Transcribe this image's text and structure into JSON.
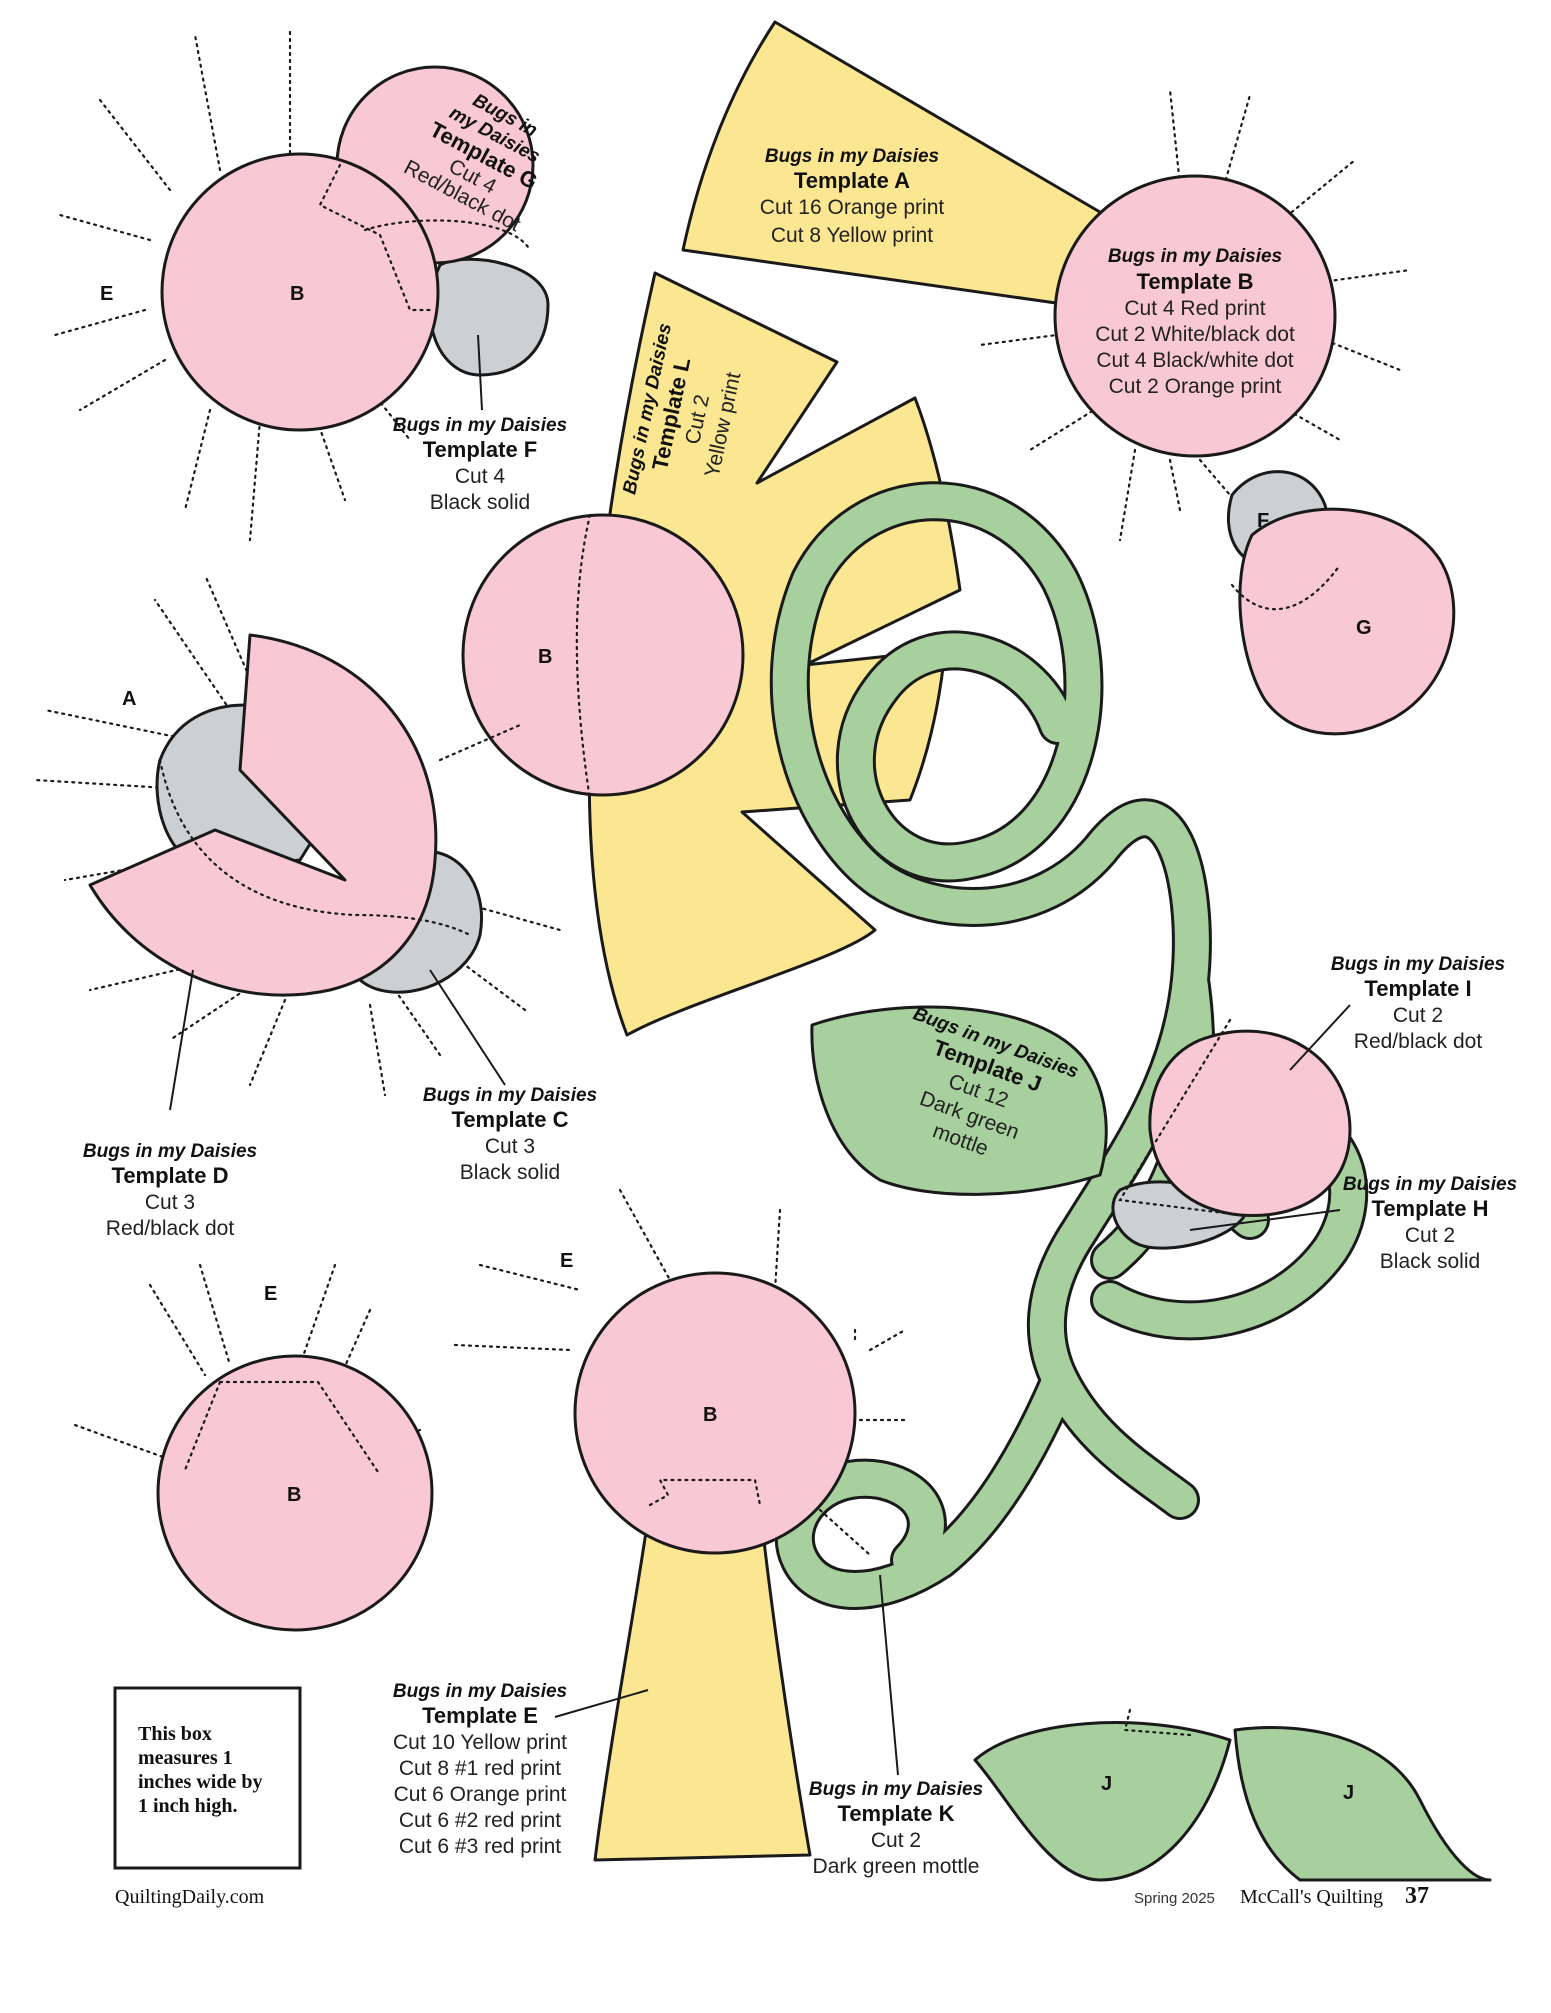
{
  "letters": {
    "tl_e": "E",
    "tl_b": "B",
    "mid_b": "B",
    "right_f": "F",
    "right_g": "G",
    "left_a": "A",
    "bl_e": "E",
    "bl_b": "B",
    "bm_e": "E",
    "bm_b": "B",
    "j1": "J",
    "j2": "J"
  },
  "templates": {
    "A": {
      "name": "Bugs in my Daisies",
      "title": "Template A",
      "lines": [
        "Cut 16 Orange print",
        "Cut 8 Yellow print"
      ]
    },
    "B": {
      "name": "Bugs in my Daisies",
      "title": "Template B",
      "lines": [
        "Cut 4 Red print",
        "Cut 2 White/black dot",
        "Cut 4 Black/white dot",
        "Cut 2 Orange print"
      ]
    },
    "C": {
      "name": "Bugs in my Daisies",
      "title": "Template C",
      "lines": [
        "Cut 3",
        "Black solid"
      ]
    },
    "D": {
      "name": "Bugs in my Daisies",
      "title": "Template D",
      "lines": [
        "Cut 3",
        "Red/black dot"
      ]
    },
    "E": {
      "name": "Bugs in my Daisies",
      "title": "Template E",
      "lines": [
        "Cut 10 Yellow print",
        "Cut 8 #1 red print",
        "Cut 6 Orange print",
        "Cut 6 #2 red print",
        "Cut 6 #3 red print"
      ]
    },
    "F": {
      "name": "Bugs in my Daisies",
      "title": "Template F",
      "lines": [
        "Cut 4",
        "Black solid"
      ]
    },
    "G": {
      "name_line1": "Bugs in",
      "name_line2": "my Daisies",
      "title": "Template G",
      "lines": [
        "Cut 4",
        "Red/black dot"
      ]
    },
    "H": {
      "name": "Bugs in my Daisies",
      "title": "Template H",
      "lines": [
        "Cut 2",
        "Black solid"
      ]
    },
    "I": {
      "name": "Bugs in my Daisies",
      "title": "Template I",
      "lines": [
        "Cut 2",
        "Red/black dot"
      ]
    },
    "J": {
      "name": "Bugs in my Daisies",
      "title": "Template J",
      "lines": [
        "Cut 12",
        "Dark green",
        "mottle"
      ]
    },
    "K": {
      "name": "Bugs in my Daisies",
      "title": "Template K",
      "lines": [
        "Cut 2",
        "Dark green mottle"
      ]
    },
    "L": {
      "name": "Bugs in my Daisies",
      "title": "Template L",
      "lines": [
        "Cut 2",
        "Yellow print"
      ]
    }
  },
  "scale_box": {
    "lines": [
      "This box",
      "measures 1",
      "inches wide by",
      "1 inch high."
    ]
  },
  "footer": {
    "left": "QuiltingDaily.com",
    "season": "Spring 2025",
    "magazine": "McCall's Quilting",
    "page": "37"
  },
  "colors": {
    "pink": "#f8c8d4",
    "yellow": "#fbe792",
    "gray": "#cdd0d3",
    "green": "#a8d09e",
    "outline": "#1a1a1a"
  }
}
